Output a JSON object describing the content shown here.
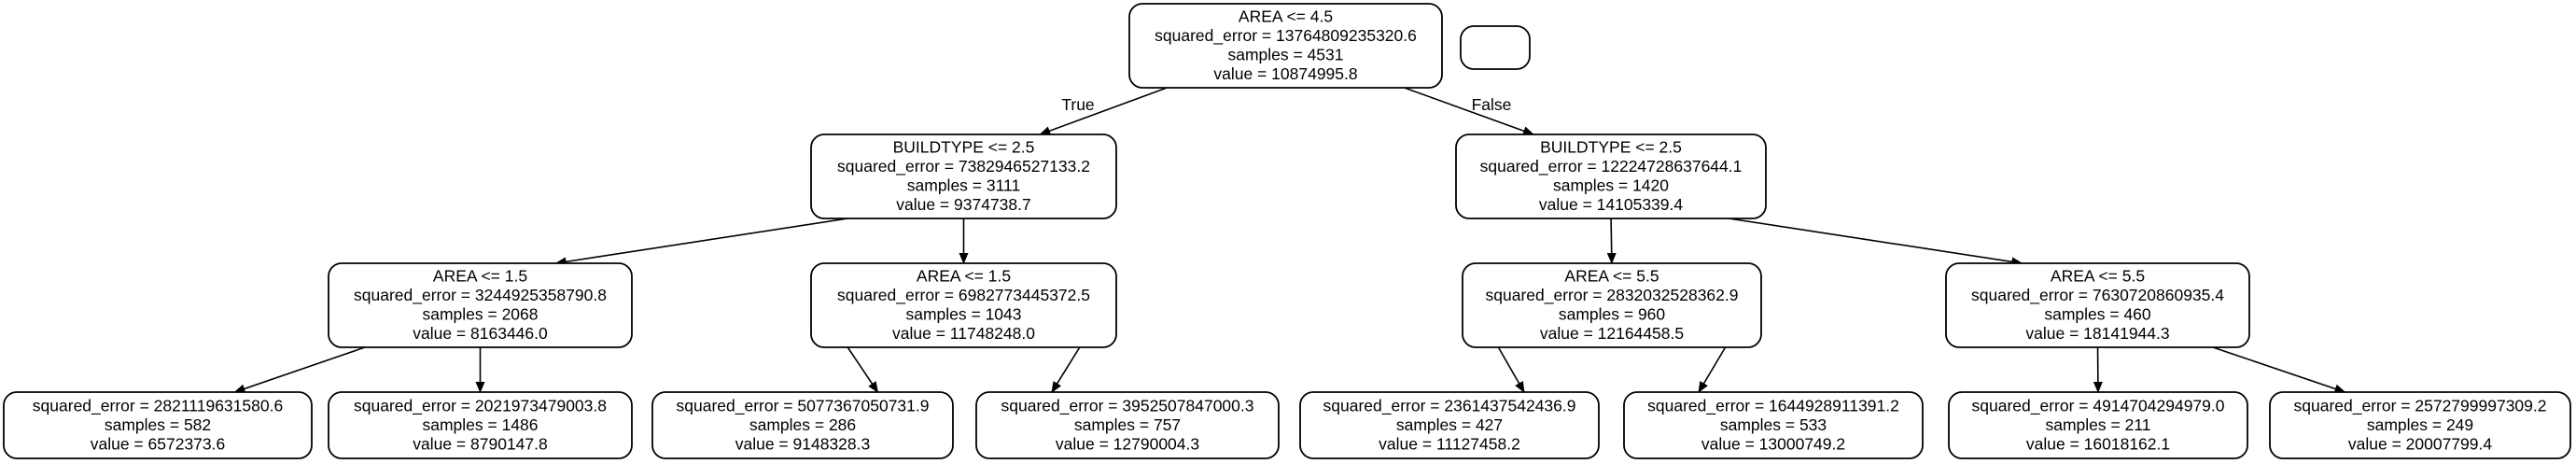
{
  "tree": {
    "nodes": [
      {
        "id": "n0",
        "lines": [
          "AREA <= 4.5",
          "squared_error = 13764809235320.6",
          "samples = 4531",
          "value = 10874995.8"
        ]
      },
      {
        "id": "n1",
        "lines": [
          "BUILDTYPE <= 2.5",
          "squared_error = 7382946527133.2",
          "samples = 3111",
          "value = 9374738.7"
        ]
      },
      {
        "id": "n2",
        "lines": [
          "AREA <= 1.5",
          "squared_error = 3244925358790.8",
          "samples = 2068",
          "value = 8163446.0"
        ]
      },
      {
        "id": "n3",
        "lines": [
          "squared_error = 2821119631580.6",
          "samples = 582",
          "value = 6572373.6"
        ]
      },
      {
        "id": "n4",
        "lines": [
          "squared_error = 2021973479003.8",
          "samples = 1486",
          "value = 8790147.8"
        ]
      },
      {
        "id": "n5",
        "lines": [
          "AREA <= 1.5",
          "squared_error = 6982773445372.5",
          "samples = 1043",
          "value = 11748248.0"
        ]
      },
      {
        "id": "n6",
        "lines": [
          "squared_error = 5077367050731.9",
          "samples = 286",
          "value = 9148328.3"
        ]
      },
      {
        "id": "n7",
        "lines": [
          "squared_error = 3952507847000.3",
          "samples = 757",
          "value = 12790004.3"
        ]
      },
      {
        "id": "n8",
        "lines": [
          "BUILDTYPE <= 2.5",
          "squared_error = 12224728637644.1",
          "samples = 1420",
          "value = 14105339.4"
        ]
      },
      {
        "id": "n9",
        "lines": [
          "AREA <= 5.5",
          "squared_error = 2832032528362.9",
          "samples = 960",
          "value = 12164458.5"
        ]
      },
      {
        "id": "n10",
        "lines": [
          "squared_error = 2361437542436.9",
          "samples = 427",
          "value = 11127458.2"
        ]
      },
      {
        "id": "n11",
        "lines": [
          "squared_error = 1644928911391.2",
          "samples = 533",
          "value = 13000749.2"
        ]
      },
      {
        "id": "n12",
        "lines": [
          "AREA <= 5.5",
          "squared_error = 7630720860935.4",
          "samples = 460",
          "value = 18141944.3"
        ]
      },
      {
        "id": "n13",
        "lines": [
          "squared_error = 4914704294979.0",
          "samples = 211",
          "value = 16018162.1"
        ]
      },
      {
        "id": "n14",
        "lines": [
          "squared_error = 2572799997309.2",
          "samples = 249",
          "value = 20007799.4"
        ]
      },
      {
        "id": "n15",
        "lines": []
      }
    ],
    "edges": [
      {
        "from": "n0",
        "to": "n1",
        "label": "True"
      },
      {
        "from": "n0",
        "to": "n8",
        "label": "False"
      },
      {
        "from": "n1",
        "to": "n2"
      },
      {
        "from": "n1",
        "to": "n5"
      },
      {
        "from": "n2",
        "to": "n3"
      },
      {
        "from": "n2",
        "to": "n4"
      },
      {
        "from": "n5",
        "to": "n6"
      },
      {
        "from": "n5",
        "to": "n7"
      },
      {
        "from": "n8",
        "to": "n9"
      },
      {
        "from": "n8",
        "to": "n12"
      },
      {
        "from": "n9",
        "to": "n10"
      },
      {
        "from": "n9",
        "to": "n11"
      },
      {
        "from": "n12",
        "to": "n13"
      },
      {
        "from": "n12",
        "to": "n14"
      }
    ]
  }
}
